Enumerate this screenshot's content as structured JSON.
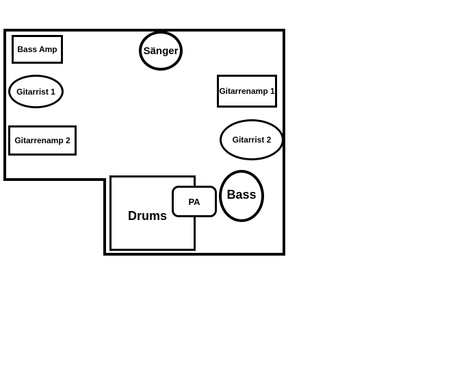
{
  "labels": {
    "bass_amp": "Bass Amp",
    "saenger": "Sänger",
    "gitarrist_1": "Gitarrist 1",
    "gitarrenamp_1": "Gitarrenamp 1",
    "gitarrenamp_2": "Gitarrenamp 2",
    "gitarrist_2": "Gitarrist 2",
    "pa": "PA",
    "bass": "Bass",
    "drums": "Drums"
  },
  "colors": {
    "stroke": "#000000",
    "background": "#ffffff"
  }
}
